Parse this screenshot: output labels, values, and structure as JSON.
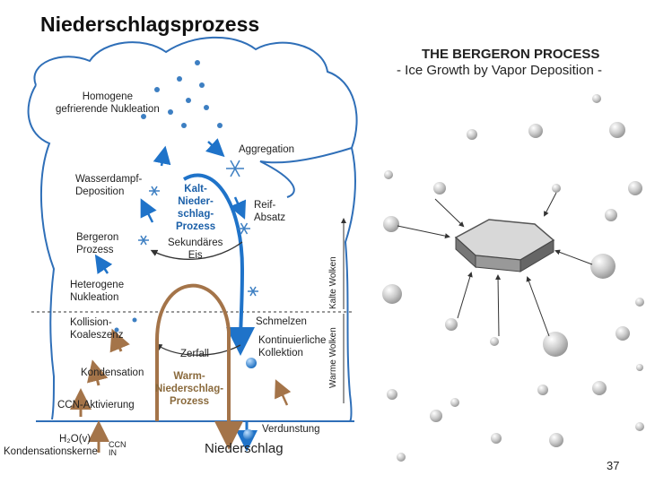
{
  "slide_title": "Niederschlagsprozess",
  "left_diagram": {
    "labels": {
      "homogene": "Homogene\ngefrierende Nukleation",
      "aggregation": "Aggregation",
      "wasserdampf": "Wasserdampf-\nDeposition",
      "kalt": "Kalt-\nNieder-\nschlag-\nProzess",
      "reif": "Reif-\nAbsatz",
      "bergeron": "Bergeron\nProzess",
      "sekundaer": "Sekundäres\nEis",
      "heterogene": "Heterogene\nNukleation",
      "kollision": "Kollision-\nKoaleszenz",
      "schmelzen": "Schmelzen",
      "zerfall": "Zerfall",
      "kontinuierliche": "Kontinuierliche\nKollektion",
      "kondensation": "Kondensation",
      "warm": "Warm-\nNiederschlag-\nProzess",
      "ccn": "CCN-Aktivierung",
      "verdunstung": "Verdunstung",
      "h2o": "H₂O(v)",
      "kondensationskerne": "Kondensationskerne",
      "ccn_in": "CCN\nIN",
      "niederschlag": "Niederschlag"
    },
    "side_axis": {
      "warm": "Warme Wolken",
      "kalt": "Kalte Wolken"
    }
  },
  "right_panel": {
    "title": "THE BERGERON PROCESS",
    "subtitle": "-  Ice Growth by Vapor Deposition  -"
  },
  "colors": {
    "cloud_outline": "#2f6fb8",
    "blue_arrow": "#1f73c9",
    "brown_arrow": "#a47449",
    "droplet": "#cfcfcf"
  },
  "page_number": "37"
}
